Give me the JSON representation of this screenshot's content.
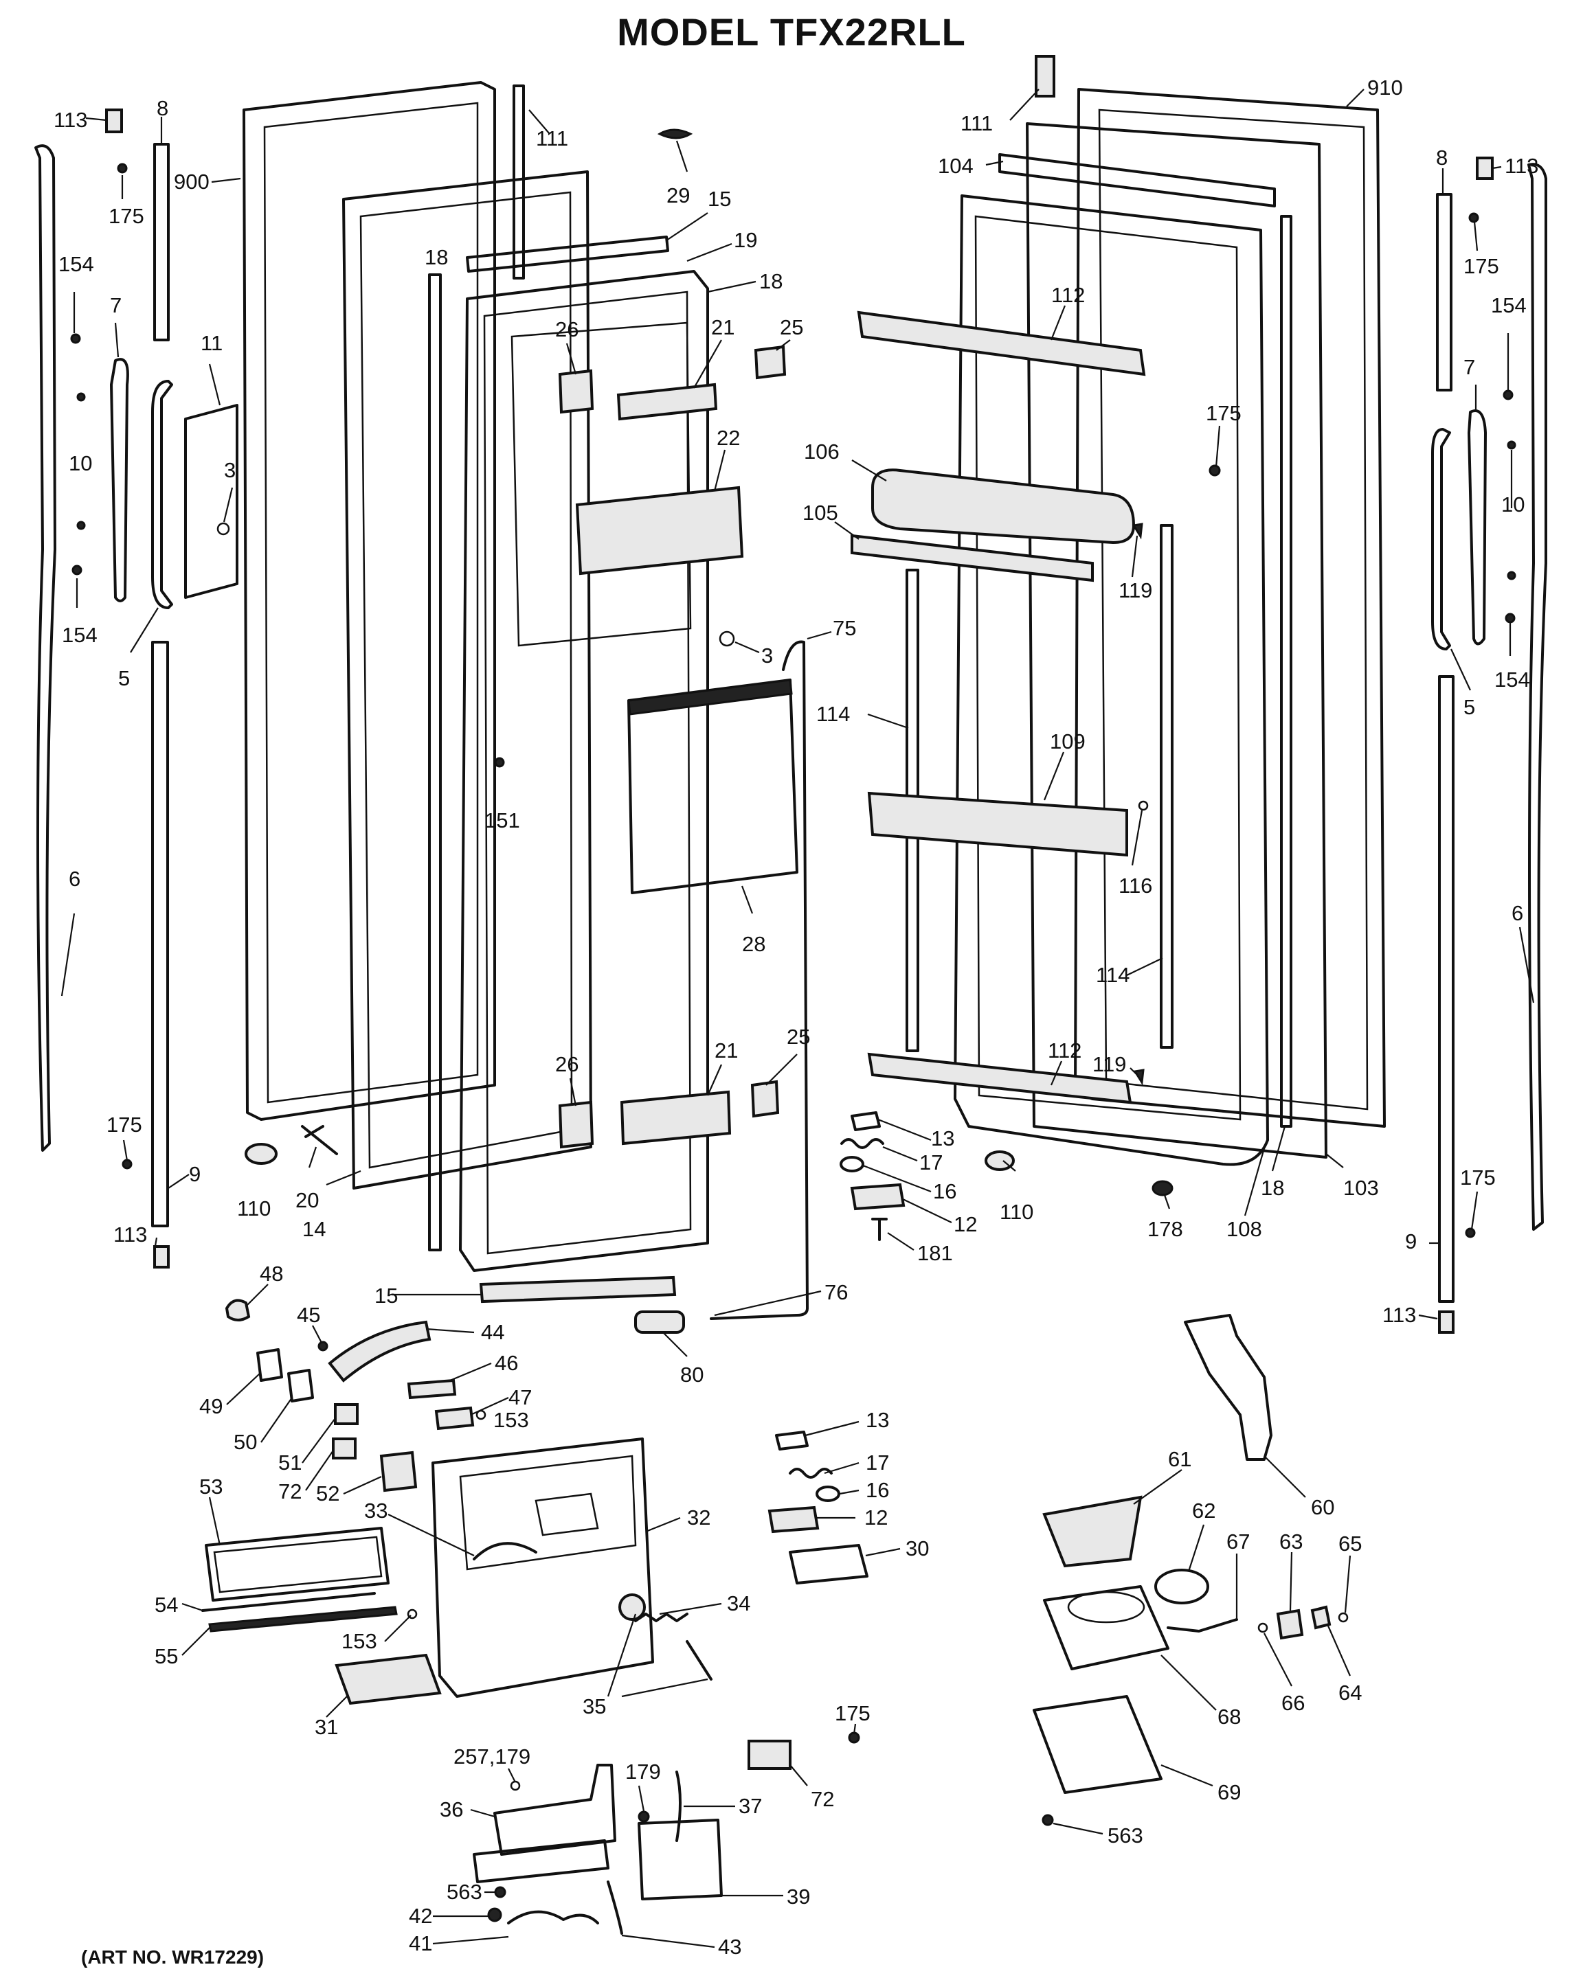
{
  "title": "MODEL TFX22RLL",
  "art_no": "(ART NO. WR17229)",
  "callouts": [
    {
      "id": "c113a",
      "text": "113"
    },
    {
      "id": "c8a",
      "text": "8"
    },
    {
      "id": "c900",
      "text": "900"
    },
    {
      "id": "c175a",
      "text": "175"
    },
    {
      "id": "c111a",
      "text": "111"
    },
    {
      "id": "c154a",
      "text": "154"
    },
    {
      "id": "c7a",
      "text": "7"
    },
    {
      "id": "c11",
      "text": "11"
    },
    {
      "id": "c10a",
      "text": "10"
    },
    {
      "id": "c3a",
      "text": "3"
    },
    {
      "id": "c154b",
      "text": "154"
    },
    {
      "id": "c5a",
      "text": "5"
    },
    {
      "id": "c6a",
      "text": "6"
    },
    {
      "id": "c18a",
      "text": "18"
    },
    {
      "id": "c29",
      "text": "29"
    },
    {
      "id": "c15a",
      "text": "15"
    },
    {
      "id": "c19",
      "text": "19"
    },
    {
      "id": "c18b",
      "text": "18"
    },
    {
      "id": "c26a",
      "text": "26"
    },
    {
      "id": "c21a",
      "text": "21"
    },
    {
      "id": "c25a",
      "text": "25"
    },
    {
      "id": "c22",
      "text": "22"
    },
    {
      "id": "c3b",
      "text": "3"
    },
    {
      "id": "c75",
      "text": "75"
    },
    {
      "id": "c151",
      "text": "151"
    },
    {
      "id": "c28",
      "text": "28"
    },
    {
      "id": "c26b",
      "text": "26"
    },
    {
      "id": "c21b",
      "text": "21"
    },
    {
      "id": "c25b",
      "text": "25"
    },
    {
      "id": "c175b",
      "text": "175"
    },
    {
      "id": "c9a",
      "text": "9"
    },
    {
      "id": "c110a",
      "text": "110"
    },
    {
      "id": "c20",
      "text": "20"
    },
    {
      "id": "c14",
      "text": "14"
    },
    {
      "id": "c113b",
      "text": "113"
    },
    {
      "id": "c15b",
      "text": "15"
    },
    {
      "id": "c76",
      "text": "76"
    },
    {
      "id": "c80",
      "text": "80"
    },
    {
      "id": "c111b",
      "text": "111"
    },
    {
      "id": "c104",
      "text": "104"
    },
    {
      "id": "c910",
      "text": "910"
    },
    {
      "id": "c112a",
      "text": "112"
    },
    {
      "id": "c175c",
      "text": "175"
    },
    {
      "id": "c106",
      "text": "106"
    },
    {
      "id": "c105",
      "text": "105"
    },
    {
      "id": "c119a",
      "text": "119"
    },
    {
      "id": "c114a",
      "text": "114"
    },
    {
      "id": "c109",
      "text": "109"
    },
    {
      "id": "c116",
      "text": "116"
    },
    {
      "id": "c114b",
      "text": "114"
    },
    {
      "id": "c112b",
      "text": "112"
    },
    {
      "id": "c119b",
      "text": "119"
    },
    {
      "id": "c13a",
      "text": "13"
    },
    {
      "id": "c17a",
      "text": "17"
    },
    {
      "id": "c16a",
      "text": "16"
    },
    {
      "id": "c12a",
      "text": "12"
    },
    {
      "id": "c181",
      "text": "181"
    },
    {
      "id": "c110b",
      "text": "110"
    },
    {
      "id": "c178",
      "text": "178"
    },
    {
      "id": "c108",
      "text": "108"
    },
    {
      "id": "c18c",
      "text": "18"
    },
    {
      "id": "c103",
      "text": "103"
    },
    {
      "id": "c8b",
      "text": "8"
    },
    {
      "id": "c113c",
      "text": "113"
    },
    {
      "id": "c175d",
      "text": "175"
    },
    {
      "id": "c154c",
      "text": "154"
    },
    {
      "id": "c7b",
      "text": "7"
    },
    {
      "id": "c10b",
      "text": "10"
    },
    {
      "id": "c154d",
      "text": "154"
    },
    {
      "id": "c5b",
      "text": "5"
    },
    {
      "id": "c6b",
      "text": "6"
    },
    {
      "id": "c175e",
      "text": "175"
    },
    {
      "id": "c9b",
      "text": "9"
    },
    {
      "id": "c113d",
      "text": "113"
    },
    {
      "id": "c48",
      "text": "48"
    },
    {
      "id": "c45",
      "text": "45"
    },
    {
      "id": "c44",
      "text": "44"
    },
    {
      "id": "c46",
      "text": "46"
    },
    {
      "id": "c47",
      "text": "47"
    },
    {
      "id": "c153a",
      "text": "153"
    },
    {
      "id": "c49",
      "text": "49"
    },
    {
      "id": "c50",
      "text": "50"
    },
    {
      "id": "c51",
      "text": "51"
    },
    {
      "id": "c72a",
      "text": "72"
    },
    {
      "id": "c52",
      "text": "52"
    },
    {
      "id": "c53",
      "text": "53"
    },
    {
      "id": "c33",
      "text": "33"
    },
    {
      "id": "c32",
      "text": "32"
    },
    {
      "id": "c54",
      "text": "54"
    },
    {
      "id": "c55",
      "text": "55"
    },
    {
      "id": "c153b",
      "text": "153"
    },
    {
      "id": "c34",
      "text": "34"
    },
    {
      "id": "c35",
      "text": "35"
    },
    {
      "id": "c31",
      "text": "31"
    },
    {
      "id": "c13b",
      "text": "13"
    },
    {
      "id": "c17b",
      "text": "17"
    },
    {
      "id": "c16b",
      "text": "16"
    },
    {
      "id": "c12b",
      "text": "12"
    },
    {
      "id": "c30",
      "text": "30"
    },
    {
      "id": "c60",
      "text": "60"
    },
    {
      "id": "c61",
      "text": "61"
    },
    {
      "id": "c62",
      "text": "62"
    },
    {
      "id": "c67",
      "text": "67"
    },
    {
      "id": "c63",
      "text": "63"
    },
    {
      "id": "c65",
      "text": "65"
    },
    {
      "id": "c66",
      "text": "66"
    },
    {
      "id": "c64",
      "text": "64"
    },
    {
      "id": "c68",
      "text": "68"
    },
    {
      "id": "c69",
      "text": "69"
    },
    {
      "id": "c563a",
      "text": "563"
    },
    {
      "id": "c175f",
      "text": "175"
    },
    {
      "id": "c72b",
      "text": "72"
    },
    {
      "id": "c257",
      "text": "257,179"
    },
    {
      "id": "c179",
      "text": "179"
    },
    {
      "id": "c37",
      "text": "37"
    },
    {
      "id": "c36",
      "text": "36"
    },
    {
      "id": "c563b",
      "text": "563"
    },
    {
      "id": "c39",
      "text": "39"
    },
    {
      "id": "c42",
      "text": "42"
    },
    {
      "id": "c41",
      "text": "41"
    },
    {
      "id": "c43",
      "text": "43"
    }
  ]
}
